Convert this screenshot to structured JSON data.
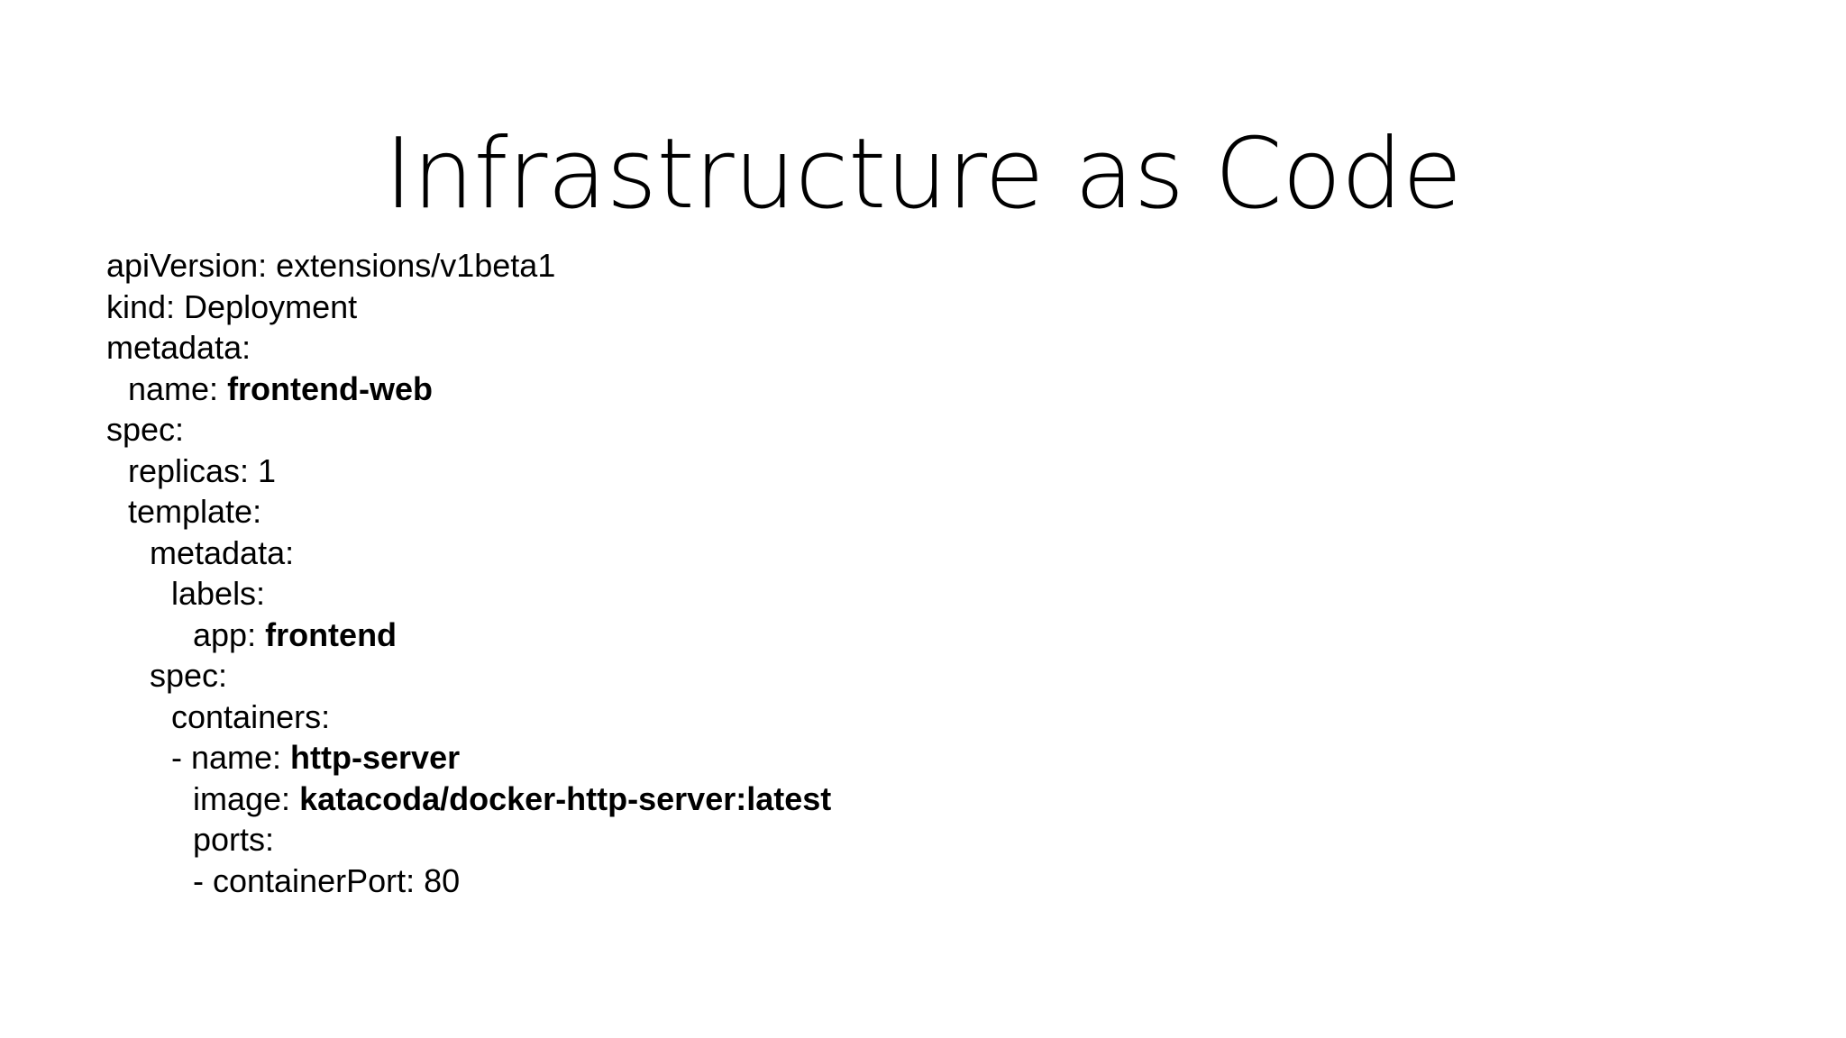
{
  "slide": {
    "title": "Infrastructure as Code",
    "background_color": "#ffffff",
    "text_color": "#000000"
  },
  "code_block": {
    "language": "yaml",
    "lines": [
      {
        "indent": 0,
        "text": "apiVersion: extensions/v1beta1",
        "bold_value": ""
      },
      {
        "indent": 0,
        "text": "kind: Deployment",
        "bold_value": ""
      },
      {
        "indent": 0,
        "text": "metadata:",
        "bold_value": ""
      },
      {
        "indent": 1,
        "text": "name: ",
        "bold_value": "frontend-web"
      },
      {
        "indent": 0,
        "text": "spec:",
        "bold_value": ""
      },
      {
        "indent": 1,
        "text": "replicas: 1",
        "bold_value": ""
      },
      {
        "indent": 1,
        "text": "template:",
        "bold_value": ""
      },
      {
        "indent": 2,
        "text": "metadata:",
        "bold_value": ""
      },
      {
        "indent": 3,
        "text": "labels:",
        "bold_value": ""
      },
      {
        "indent": 4,
        "text": "app: ",
        "bold_value": "frontend"
      },
      {
        "indent": 2,
        "text": "spec:",
        "bold_value": ""
      },
      {
        "indent": 3,
        "text": "containers:",
        "bold_value": ""
      },
      {
        "indent": 3,
        "text": "- name: ",
        "bold_value": "http-server"
      },
      {
        "indent": 4,
        "text": "image: ",
        "bold_value": "katacoda/docker-http-server:latest"
      },
      {
        "indent": 4,
        "text": "ports:",
        "bold_value": ""
      },
      {
        "indent": 4,
        "text": "- containerPort: 80",
        "bold_value": ""
      }
    ]
  }
}
